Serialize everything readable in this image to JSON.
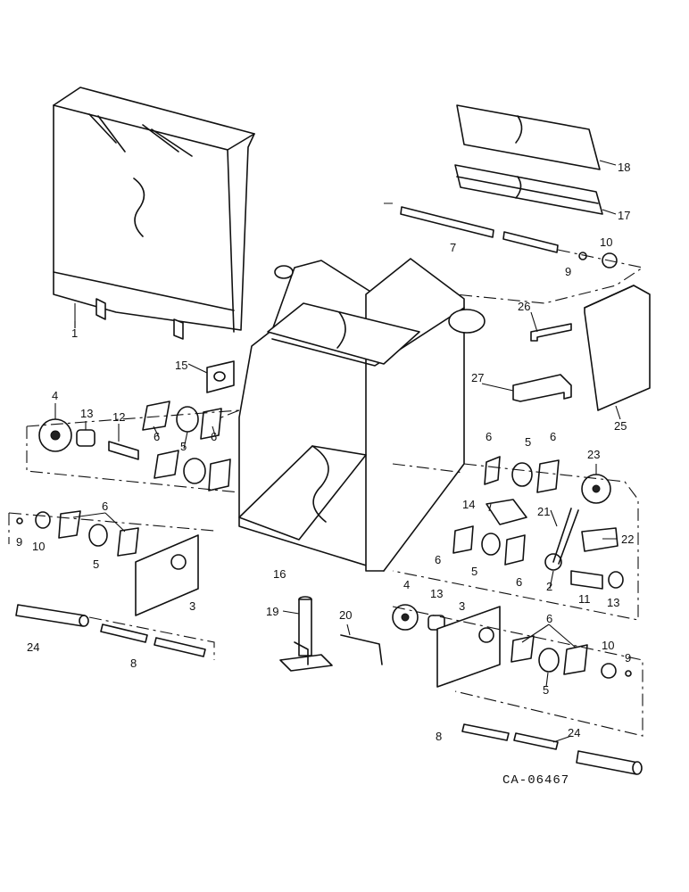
{
  "drawing_code": "CA-06467",
  "callouts": {
    "c1": "1",
    "c2": "2",
    "c3a": "3",
    "c3b": "3",
    "c4a": "4",
    "c4b": "4",
    "c5a": "5",
    "c5b": "5",
    "c5c": "5",
    "c5d": "5",
    "c5e": "5",
    "c6a": "6",
    "c6b": "6",
    "c6c": "6",
    "c6d": "6",
    "c6e": "6",
    "c6f": "6",
    "c6g": "6",
    "c6h": "6",
    "c7": "7",
    "c8a": "8",
    "c8b": "8",
    "c9a": "9",
    "c9b": "9",
    "c9c": "9",
    "c10a": "10",
    "c10b": "10",
    "c10c": "10",
    "c11": "11",
    "c12": "12",
    "c13a": "13",
    "c13b": "13",
    "c13c": "13",
    "c14": "14",
    "c15": "15",
    "c16": "16",
    "c17": "17",
    "c18": "18",
    "c19": "19",
    "c20": "20",
    "c21": "21",
    "c22": "22",
    "c23": "23",
    "c24a": "24",
    "c24b": "24",
    "c25": "25",
    "c26": "26",
    "c27": "27"
  }
}
